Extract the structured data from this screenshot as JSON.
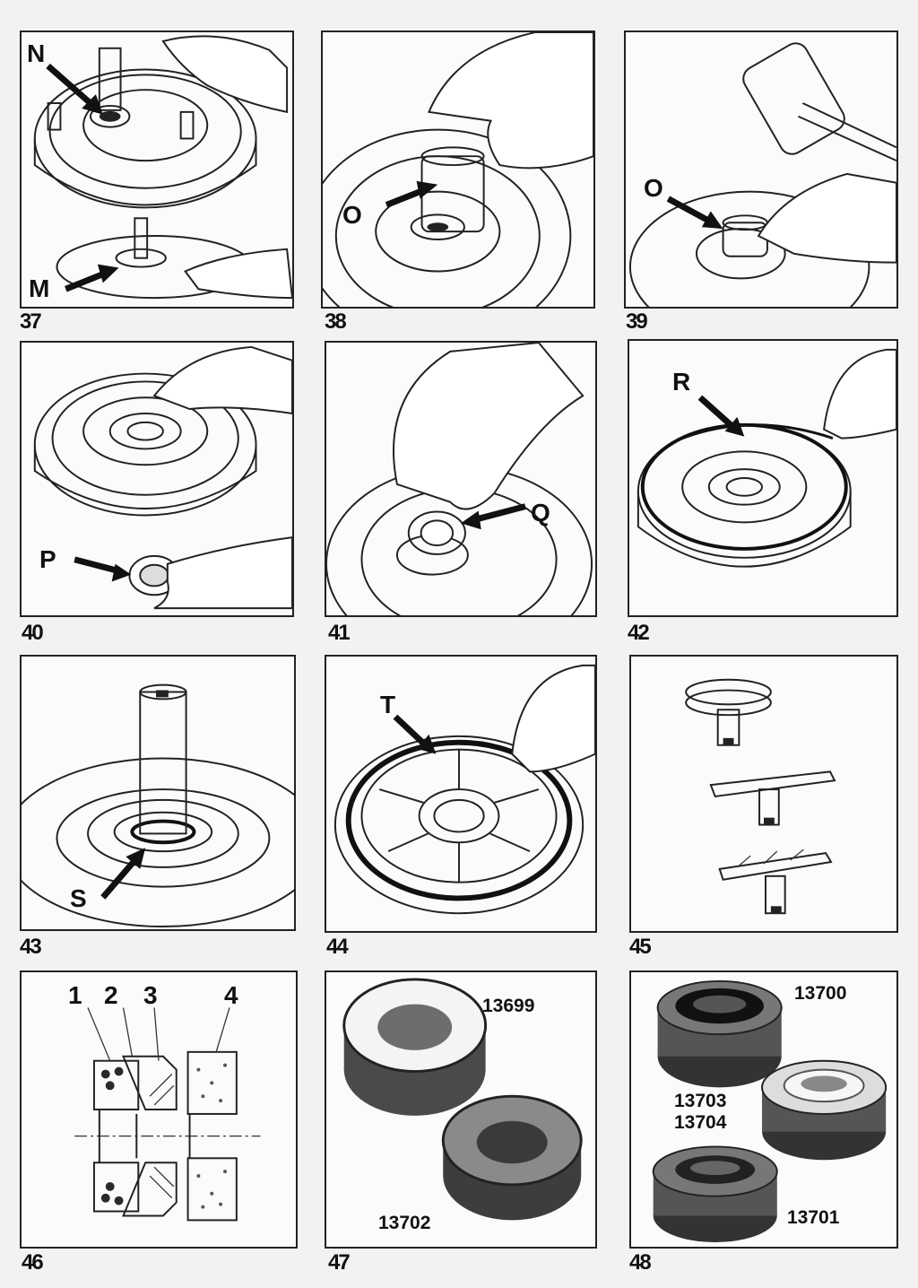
{
  "figures": [
    {
      "number": "37",
      "callouts": [
        "N",
        "M"
      ]
    },
    {
      "number": "38",
      "callouts": [
        "O"
      ]
    },
    {
      "number": "39",
      "callouts": [
        "O"
      ]
    },
    {
      "number": "40",
      "callouts": [
        "P"
      ]
    },
    {
      "number": "41",
      "callouts": [
        "Q"
      ]
    },
    {
      "number": "42",
      "callouts": [
        "R"
      ]
    },
    {
      "number": "43",
      "callouts": [
        "S"
      ]
    },
    {
      "number": "44",
      "callouts": [
        "T"
      ]
    },
    {
      "number": "45",
      "callouts": []
    },
    {
      "number": "46",
      "callouts": [
        "1",
        "2",
        "3",
        "4"
      ]
    },
    {
      "number": "47",
      "part_codes": [
        "13699",
        "13702"
      ]
    },
    {
      "number": "48",
      "part_codes": [
        "13700",
        "13703",
        "13704",
        "13701"
      ]
    }
  ]
}
